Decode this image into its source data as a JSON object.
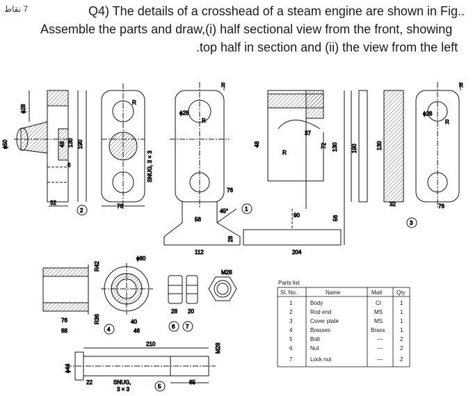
{
  "header": {
    "marks": "7 نقاط",
    "question_line1": "Q4) The details of a crosshead of a steam engine are shown in Fig..",
    "question_line2": "Assemble the parts and draw,(i) half sectional view from the front, showing",
    "question_line3": ".top half in section and (ii) the view from the left"
  },
  "drawing": {
    "part1_dims": [
      "R",
      "ϕ28",
      "R",
      "76",
      "45°",
      "56",
      "28",
      "112",
      "48",
      "37",
      "R",
      "72",
      "130",
      "190",
      "90",
      "56",
      "204"
    ],
    "part1_number": "1",
    "part2_dims": [
      "ϕ28",
      "ϕ50",
      "48",
      "130",
      "190",
      "6",
      "R",
      "32",
      "76",
      "SNUG, 3 × 3"
    ],
    "part2_number": "2",
    "part3_dims": [
      "130",
      "R",
      "ϕ28",
      "R",
      "32",
      "76"
    ],
    "part3_number": "3",
    "part4_dims": [
      "R42",
      "ϕ60",
      "R36",
      "76",
      "88",
      "40",
      "46"
    ],
    "part4_number": "4",
    "part5_dims": [
      "210",
      "M28",
      "ϕ44",
      "22",
      "SNUG,",
      "3 × 3",
      "65"
    ],
    "part5_number": "5",
    "part6_dims": [
      "28"
    ],
    "part6_number": "6",
    "part7_dims": [
      "20",
      "M28"
    ],
    "part7_number": "7"
  },
  "parts_list": {
    "title": "Parts list",
    "headers": [
      "Sl. No.",
      "Name",
      "Matl",
      "Qty"
    ],
    "rows": [
      [
        "1",
        "Body",
        "CI",
        "1"
      ],
      [
        "2",
        "Rod end",
        "MS",
        "1"
      ],
      [
        "3",
        "Cover plate",
        "MS",
        "1"
      ],
      [
        "4",
        "Brasses",
        "Brass",
        "1"
      ],
      [
        "5",
        "Bolt",
        "—",
        "2"
      ],
      [
        "6",
        "Nut",
        "—",
        "2"
      ],
      [
        "7",
        "Lock nut",
        "—",
        "2"
      ]
    ]
  }
}
